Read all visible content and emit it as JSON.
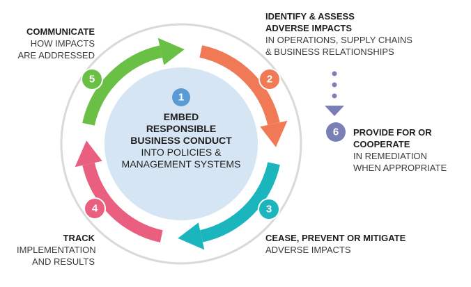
{
  "colors": {
    "ring": "#d9d9d9",
    "center_fill": "#d5e5f3",
    "step1": "#5b9bd5",
    "step2": "#f07a56",
    "step3": "#1bb6bd",
    "step4": "#ea5f80",
    "step5": "#6abf45",
    "step6": "#7a7fb5",
    "dotted": "#7a7fb5"
  },
  "center": {
    "number": "1",
    "line1": "EMBED",
    "line2": "RESPONSIBLE",
    "line3": "BUSINESS CONDUCT",
    "line4": "INTO POLICIES &",
    "line5": "MANAGEMENT SYSTEMS"
  },
  "steps": [
    {
      "number": "2",
      "title1": "IDENTIFY & ASSESS",
      "title2": "ADVERSE IMPACTS",
      "sub1": "IN OPERATIONS, SUPPLY CHAINS",
      "sub2": "& BUSINESS RELATIONSHIPS"
    },
    {
      "number": "3",
      "title1": "CEASE, PREVENT OR MITIGATE",
      "sub1": "ADVERSE IMPACTS"
    },
    {
      "number": "4",
      "title1": "TRACK",
      "sub1": "IMPLEMENTATION",
      "sub2": "AND RESULTS"
    },
    {
      "number": "5",
      "title1": "COMMUNICATE",
      "sub1": "HOW IMPACTS",
      "sub2": "ARE ADDRESSED"
    },
    {
      "number": "6",
      "title1": "PROVIDE FOR OR",
      "title2": "COOPERATE",
      "sub1": "IN REMEDIATION",
      "sub2": "WHEN APPROPRIATE"
    }
  ]
}
